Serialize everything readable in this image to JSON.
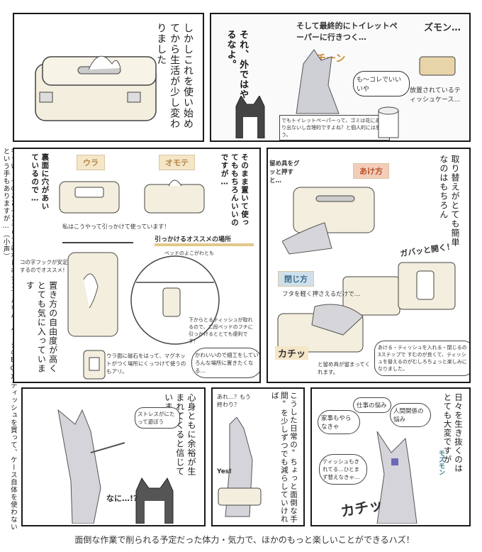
{
  "panel1": {
    "narration": "しかしこれを使い始めてから生活が少し変わりました"
  },
  "panel2": {
    "fox_speech": "それ、外ではやるなよ。",
    "caption": "そして最終的にトイレットペーパーに行きつく…",
    "sfx_chin": "チーン",
    "sfx_zumon": "ズモン…",
    "cat_speech": "も〜コレでいいいや",
    "neglected_case": "放置されているティッシュケース…",
    "note": "でもトイレットペーパーって、ゴミは花にあまり出ないし合理的ですよね？と個人的には思う。"
  },
  "panel3": {
    "label_back": "ウラ",
    "label_front": "オモテ",
    "text_back_holes": "裏面に穴があいているので…",
    "text_as_is": "そのまま置いて使ってももちろんいいのですが…",
    "hook_note": "私はこうやって引っかけて使っています！",
    "hook_recommend": "引っかけるオススメの場所",
    "hook_tip": "コの字フックが安定するのでオススメ！",
    "bed_side": "ベッドのよこがわとも",
    "bed_tip": "下からとるティッシュが取れるので、二段ベッドのフチに引っかけるととても便利です！",
    "magnet_tip": "ウラ面に磁石をはって、マグネットがつく場所にくっつけて使うのもアリ。",
    "cute_tip": "かわいいので細工をしていろんな場所に置きたくなる…",
    "narration": "置き方の自由度が高くとても気に入っています"
  },
  "panel4": {
    "narration": "取り替えがとても簡単なのはもちろん",
    "open_label": "あけ方",
    "clasp_press": "留め具をグッと押すと…",
    "sfx_open": "ガバッと開く！",
    "close_label": "閉じ方",
    "close_text": "フタを軽く押さえるだけで…",
    "sfx_close": "カチッ",
    "clasp_lock": "と留め具が留まってくれます。",
    "steps": "あける・ティッシュを入れる・閉じるの3ステップで すむのが良くて、ティッシュを替えるのがむしろちょっと楽しみになりました。"
  },
  "side_note": "もういっそのことインテリアになじむシンプルなパッケージのBOXティッシュを買って、ケース自体を使わないという手もありますが…（小声）",
  "panel5": {
    "narration": "心身ともに余裕が生まれてくると信じています",
    "fox_speech": "ストレスがにたって遊ぼう",
    "cat_speech": "なに…!?"
  },
  "panel6": {
    "narration": "こうした日常の\"ちょっと面倒な手間\"を少しずつでも減らしていければ",
    "cat_speech": "あれ…？もう終わり？",
    "sfx_yes": "Yes!"
  },
  "panel7": {
    "narration": "日々を生き抜くのはとても大変ですが",
    "worry_housework": "家事もやらなきゃ",
    "worry_work": "仕事の悩み",
    "worry_people": "人間関係の悩み",
    "worry_tissue": "ティッシュもきれてる…ひとまず替えなきゃ…",
    "sfx_mozu": "モズモン",
    "sfx_kachi": "カチッ"
  },
  "footer": {
    "text": "面倒な作業で削られる予定だった体力・気力で、ほかのもっと楽しいことができるハズ！"
  }
}
